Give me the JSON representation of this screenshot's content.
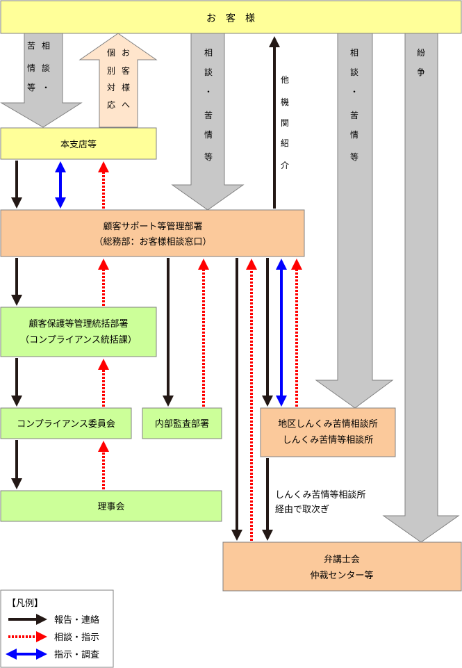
{
  "top_bar": {
    "label": "お　客　様",
    "color": "#ffff99"
  },
  "boxes": {
    "honshiten": "本支店等",
    "support_line1": "顧客サポート等管理部署",
    "support_line2": "（総務部：お客様相談窓口）",
    "hogo_line1": "顧客保護等管理統括部署",
    "hogo_line2": "（コンプライアンス統括課）",
    "compliance": "コンプライアンス委員会",
    "naibu": "内部監査部署",
    "rijikai": "理事会",
    "chiku_line1": "地区しんくみ苦情相談所",
    "chiku_line2": "しんくみ苦情等相談所",
    "bengoshi_line1": "弁講士会",
    "bengoshi_line2": "仲裁センター等"
  },
  "arrow_labels": {
    "kujo_col1": [
      "相",
      "談"
    ],
    "kujo_col2": [
      "苦",
      "情",
      "等",
      "・"
    ],
    "kobetsu_col1": [
      "お",
      "客",
      "様",
      "へ"
    ],
    "kobetsu_col2": [
      "個",
      "別",
      "対",
      "応"
    ],
    "soudan_a": [
      "相",
      "談",
      "・",
      "苦",
      "情",
      "等"
    ],
    "takikan": [
      "他",
      "機",
      "関",
      "紹",
      "介"
    ],
    "soudan_b": [
      "相",
      "談",
      "・",
      "苦",
      "情",
      "等"
    ],
    "funsou": [
      "紛",
      "争"
    ]
  },
  "route_note": [
    "しんくみ苦情等相談所",
    "経由で取次ぎ"
  ],
  "legend": {
    "title": "【凡例】",
    "items": [
      {
        "label": "報告・連絡",
        "color": "#231815"
      },
      {
        "label": "相談・指示",
        "color": "#ff0000"
      },
      {
        "label": "指示・調査",
        "color": "#0000ff"
      }
    ]
  },
  "colors": {
    "yellow": "#ffff99",
    "orange": "#fbc99b",
    "green": "#ccff99",
    "gray_arrow": "#c8c8c8",
    "peach_arrow": "#ffe5cc"
  }
}
